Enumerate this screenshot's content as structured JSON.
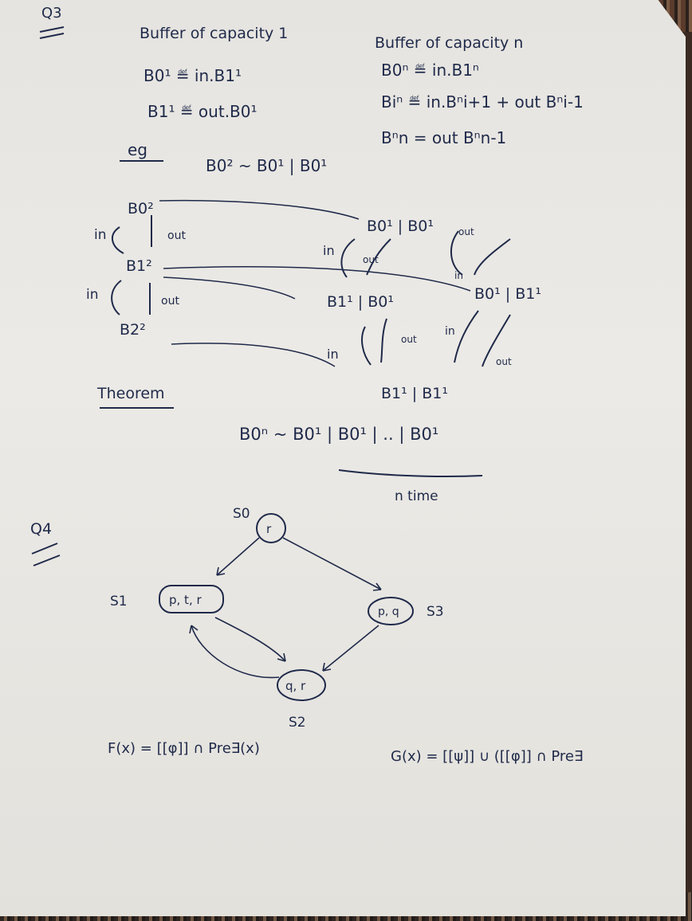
{
  "page": {
    "q3_label": "Q3",
    "left_header": "Buffer of capacity 1",
    "left_def1": "B0¹ ≝ in.B1¹",
    "left_def2": "B1¹ ≝ out.B0¹",
    "right_header": "Buffer of capacity n",
    "right_def1": "B0ⁿ ≝ in.B1ⁿ",
    "right_def2": "Biⁿ ≝ in.Bⁿi+1 + out Bⁿi-1",
    "right_def3": "Bⁿn = out Bⁿn-1",
    "eg_label": "eg",
    "eg_eq": "B0² ~ B0¹ | B0¹",
    "lts_left": {
      "top": "B0²",
      "mid": "B1²",
      "bot": "B2²",
      "in1": "in",
      "out1": "out",
      "in2": "in",
      "out2": "out"
    },
    "lts_right": {
      "top": "B0¹ | B0¹",
      "left_mid": "B1¹ | B0¹",
      "right_mid": "B0¹ | B1¹",
      "bot": "B1¹ | B1¹",
      "in_a": "in",
      "out_a": "out",
      "in_b": "in",
      "out_b": "out",
      "in_c": "in",
      "out_c": "out",
      "in_d": "in",
      "out_d": "out"
    },
    "theorem_label": "Theorem",
    "theorem_eq": "B0ⁿ ~ B0¹ | B0¹ | .. | B0¹",
    "theorem_note": "n time",
    "q4_label": "Q4",
    "states": {
      "s0": "S0",
      "s1": "S1",
      "s2": "S2",
      "s3": "S3",
      "n0": "r",
      "n1": "p, t, r",
      "n2": "q, r",
      "n3": "p, q"
    },
    "formula_f": "F(x) = [[φ]] ∩ Pre∃(x)",
    "formula_g": "G(x) = [[ψ]] ∪ ([[φ]] ∩ Pre∃"
  }
}
